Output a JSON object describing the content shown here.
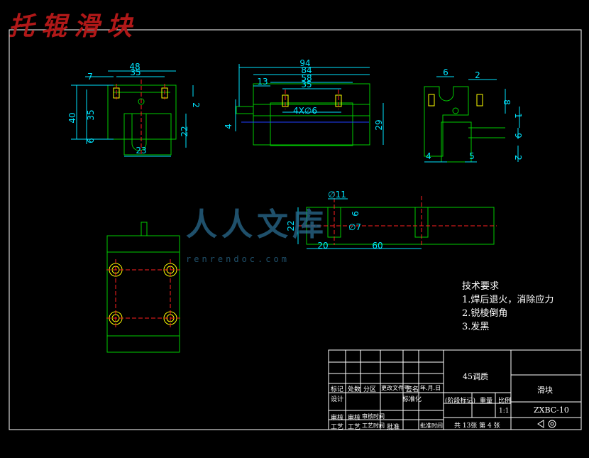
{
  "title": "托辊滑块",
  "tech": {
    "heading": "技术要求",
    "items": [
      "1.焊后退火，消除应力",
      "2.锐棱倒角",
      "3.发黑"
    ]
  },
  "watermark": {
    "text": "人人文库",
    "url": "renrendoc.com"
  },
  "title_block": {
    "material": "45调质",
    "part_name": "滑块",
    "drawing_no": "ZXBC-10",
    "scale_label": "比例",
    "scale": "1:1",
    "weight_label": "重量",
    "stage_label": "(阶段标记)",
    "sheets": "共 13张  第 4 张",
    "header_cells": [
      "标记",
      "处数",
      "分区",
      "更改文件号",
      "签名",
      "年.月.日"
    ],
    "row_design": [
      "设计",
      "标准化"
    ],
    "row_check": [
      "审核",
      "审核",
      "审核时间"
    ],
    "row_process": [
      "工艺",
      "工艺",
      "工艺时间",
      "批准",
      "批准时间"
    ]
  },
  "dims": {
    "front": [
      "48",
      "35",
      "7",
      "2",
      "40",
      "35",
      "6",
      "22",
      "23"
    ],
    "side": [
      "94",
      "84",
      "58",
      "35",
      "13",
      "4X∅6",
      "4",
      "29"
    ],
    "right": [
      "6",
      "2",
      "8",
      "1",
      "9",
      "2",
      "4",
      "5"
    ],
    "pin": [
      "∅11",
      "9",
      "∅7",
      "22",
      "20",
      "60"
    ]
  },
  "colors": {
    "line": "#00cc00",
    "dim": "#00e5ff",
    "center": "#ff2020",
    "hidden": "#ffff00",
    "title": "#b01818",
    "frame": "#ffffff"
  }
}
